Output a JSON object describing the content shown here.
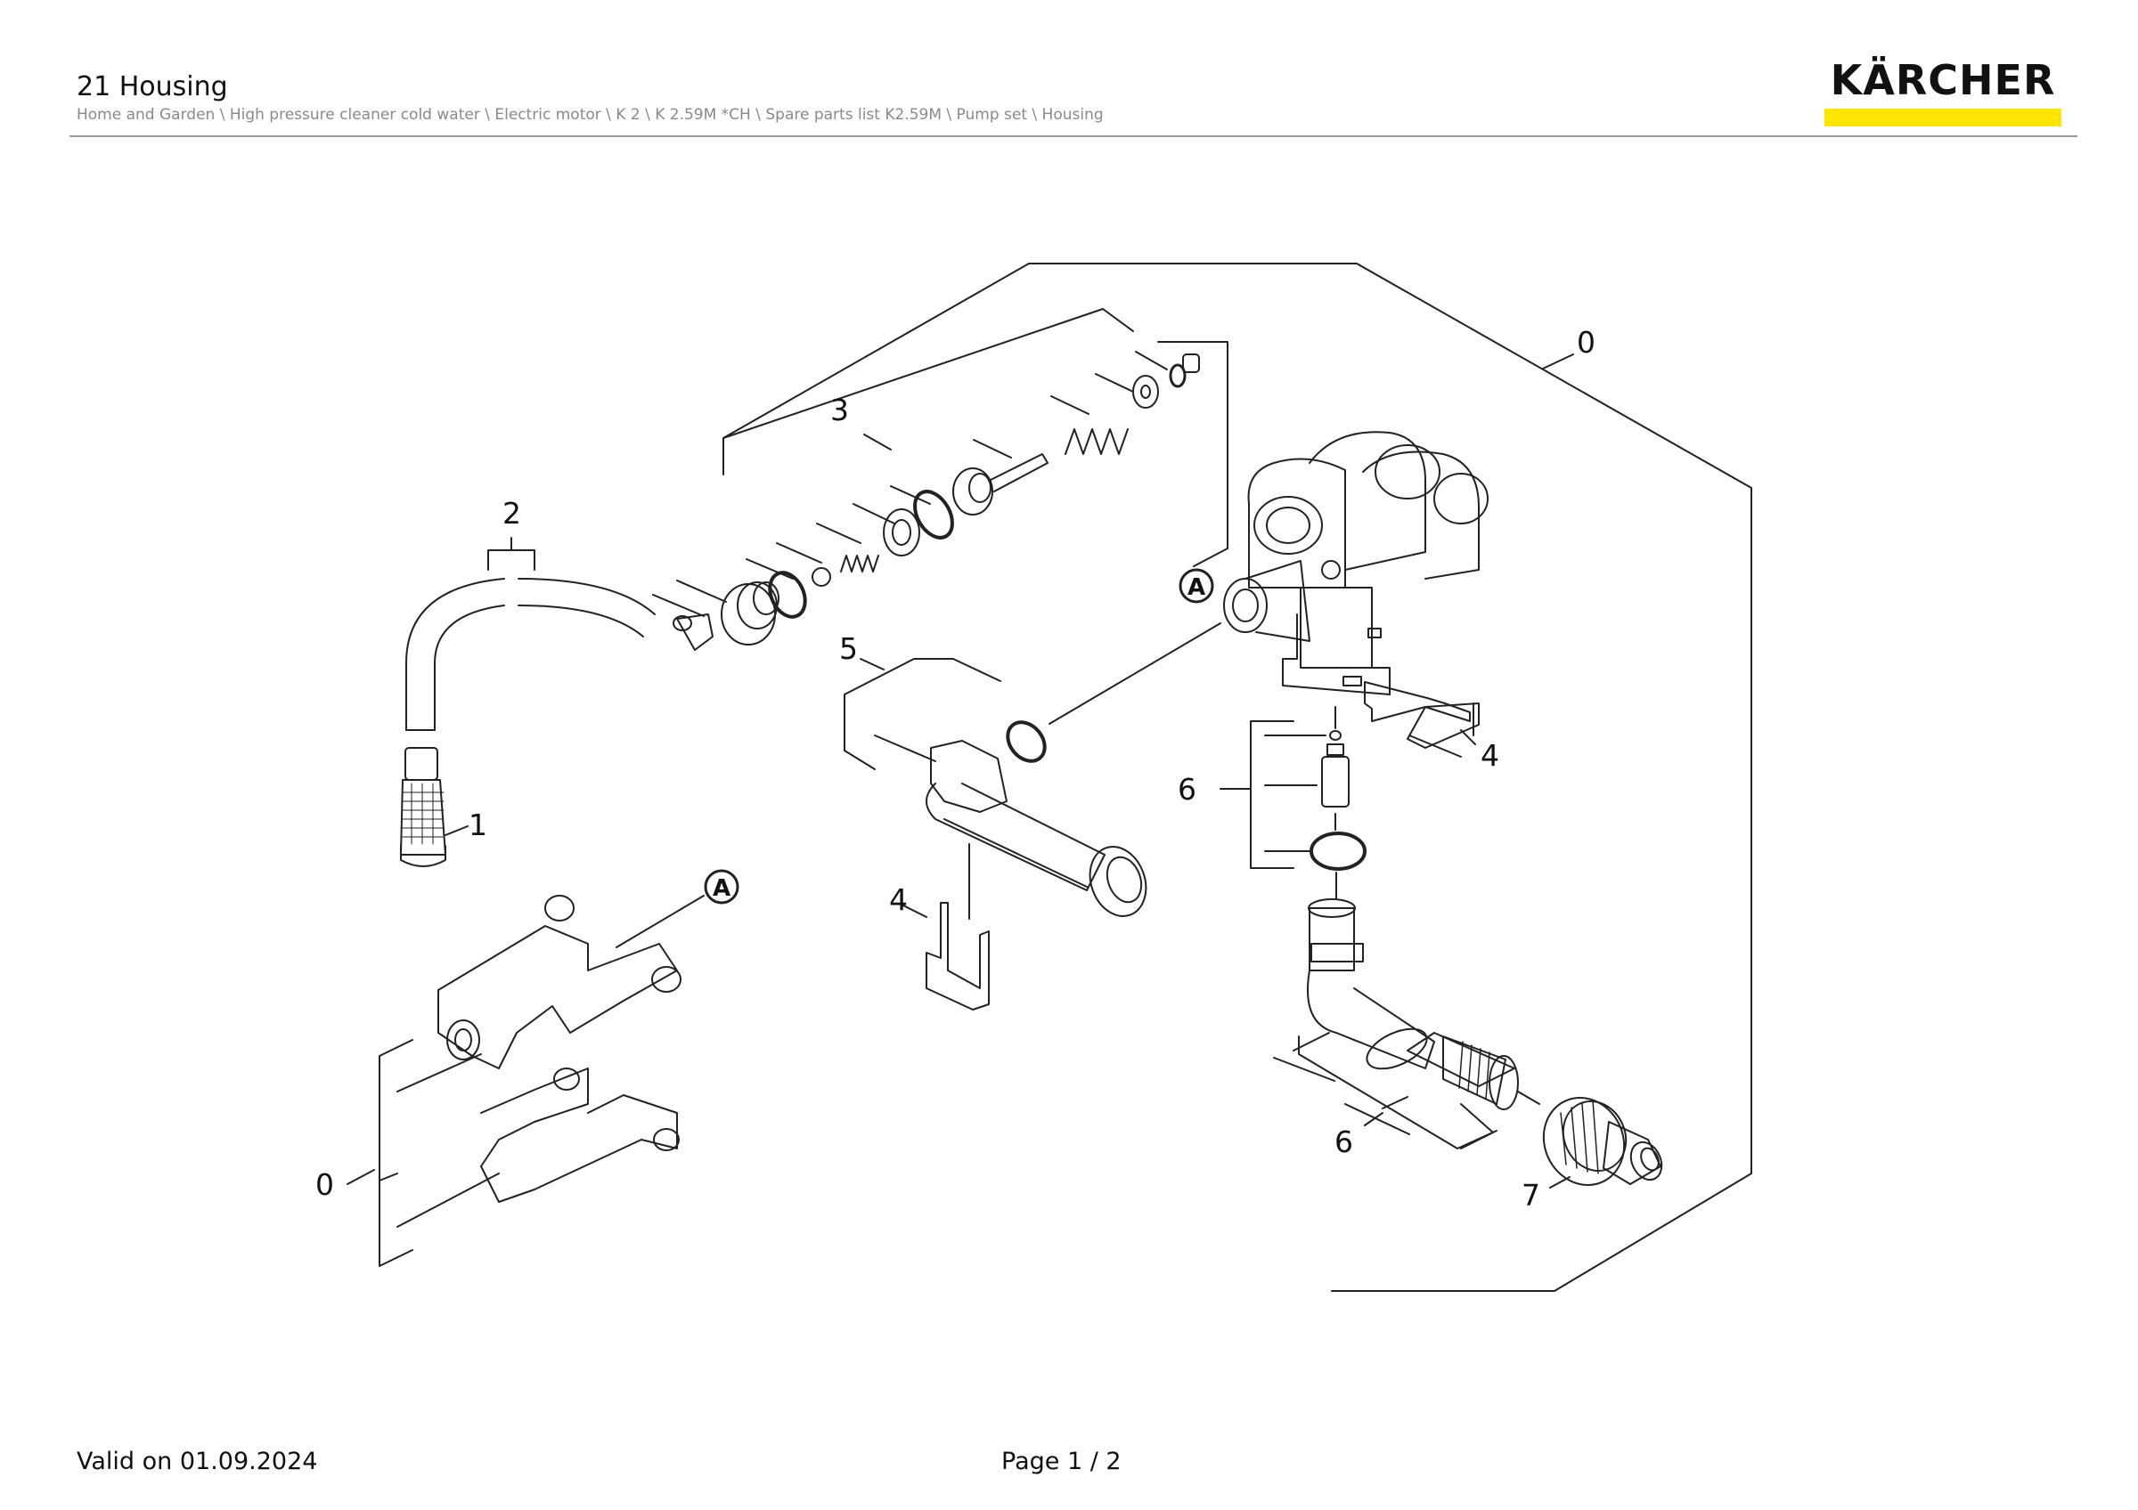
{
  "header": {
    "title": "21 Housing",
    "breadcrumb": "Home and Garden \\ High pressure cleaner cold water \\ Electric motor \\ K 2 \\ K 2.59M *CH \\ Spare parts list K2.59M \\ Pump set \\ Housing"
  },
  "brand": {
    "name": "KÄRCHER",
    "accent_color": "#ffe600",
    "text_color": "#111111"
  },
  "diagram": {
    "item_labels": {
      "housing_top": "0",
      "suction_filter": "1",
      "hose": "2",
      "valve_set": "3",
      "clip_right": "4",
      "pipe": "5",
      "seal_set_upper": "6",
      "clip_middle": "4",
      "seal_set_lower": "6",
      "coupling": "7",
      "bracket": "0"
    },
    "callouts": {
      "upper": "A",
      "lower": "A"
    }
  },
  "footer": {
    "valid": "Valid on 01.09.2024",
    "page": "Page 1 / 2"
  }
}
